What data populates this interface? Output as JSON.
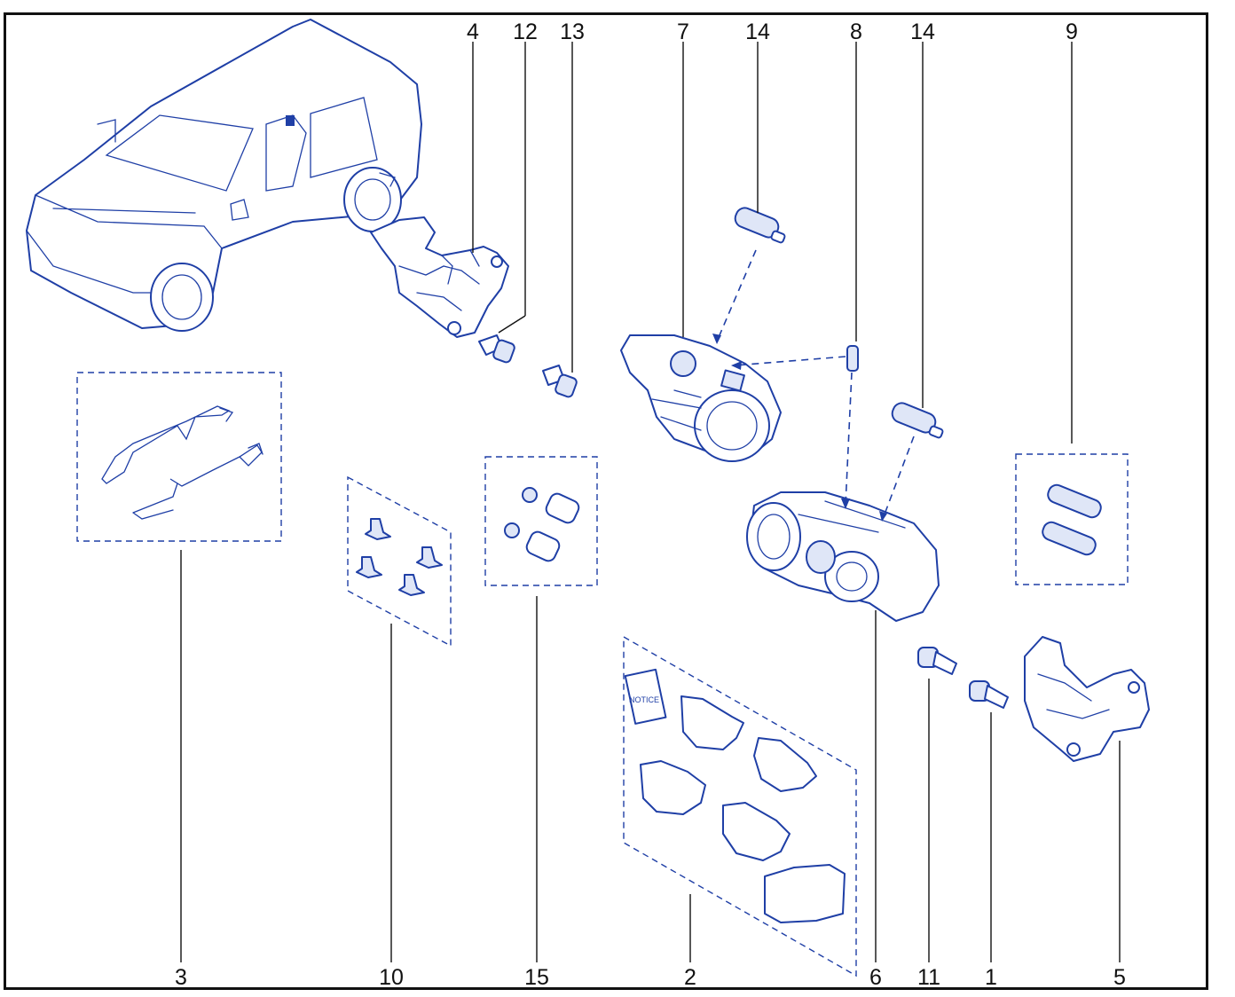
{
  "diagram": {
    "callouts": [
      {
        "id": "4",
        "text": "4"
      },
      {
        "id": "12",
        "text": "12"
      },
      {
        "id": "13",
        "text": "13"
      },
      {
        "id": "7",
        "text": "7"
      },
      {
        "id": "14a",
        "text": "14"
      },
      {
        "id": "8",
        "text": "8"
      },
      {
        "id": "14b",
        "text": "14"
      },
      {
        "id": "9",
        "text": "9"
      },
      {
        "id": "3",
        "text": "3"
      },
      {
        "id": "10",
        "text": "10"
      },
      {
        "id": "15",
        "text": "15"
      },
      {
        "id": "2",
        "text": "2"
      },
      {
        "id": "6",
        "text": "6"
      },
      {
        "id": "11",
        "text": "11"
      },
      {
        "id": "1",
        "text": "1"
      },
      {
        "id": "5",
        "text": "5"
      }
    ],
    "notice_text": "NOTICE",
    "colors": {
      "line": "#1f3fa6",
      "leader": "#111111",
      "frame": "#111111",
      "fill": "#dfe6f7"
    }
  }
}
